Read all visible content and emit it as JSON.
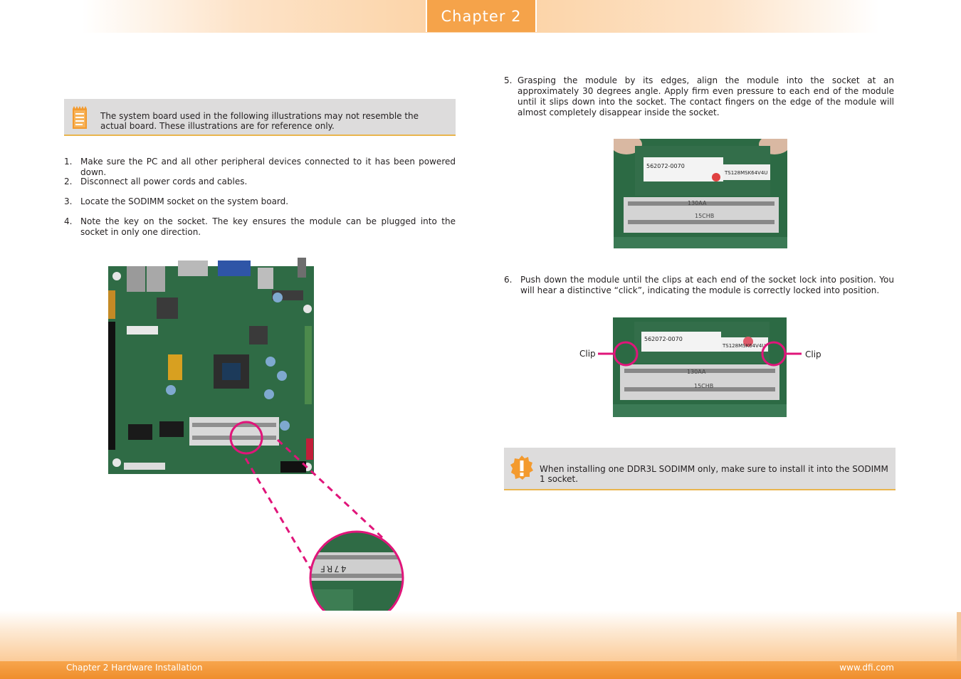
{
  "header": {
    "chapter_tab": "Chapter 2"
  },
  "notes": {
    "board_note": "The system board used in the following illustrations may not resemble the actual board. These illustrations are for reference only.",
    "sodimm_note": "When installing one DDR3L SODIMM only, make sure to install it into the SODIMM 1 socket."
  },
  "steps": [
    {
      "num": "1.",
      "text": "Make sure the PC and all other peripheral devices connected to it has been powered down."
    },
    {
      "num": "2.",
      "text": "Disconnect all power cords and cables."
    },
    {
      "num": "3.",
      "text": "Locate the SODIMM socket on the system board."
    },
    {
      "num": "4.",
      "text": "Note the key on the socket. The key ensures the module can be plugged into the socket in only one direction."
    },
    {
      "num": "5.",
      "text": "Grasping the module by its edges, align the module into the socket at an approximately 30 degrees angle. Apply firm even pressure to each end of the module until it slips down into the socket. The contact fingers on the edge of the module will almost completely disappear inside the socket."
    },
    {
      "num": "6.",
      "text": "Push down the module until the clips at each end of the socket lock into position. You will hear a distinctive “click”, indicating the module is correctly locked into position."
    }
  ],
  "photo_labels": {
    "clip_left": "Clip",
    "clip_right": "Clip",
    "zoom_key_text": "47RF",
    "module_part_no": "562072-0070",
    "module_sticker": "TS128MSK64V4U",
    "socket_top": "130AA",
    "socket_bottom": "15CHB"
  },
  "footer": {
    "left": "Chapter 2 Hardware Installation",
    "right": "www.dfi.com"
  },
  "colors": {
    "accent_orange": "#f5a34a",
    "highlight_magenta": "#e0157a",
    "pcb_green": "#2f6b45"
  },
  "icons": {
    "note": "notepad-icon",
    "warning": "exclamation-icon"
  }
}
